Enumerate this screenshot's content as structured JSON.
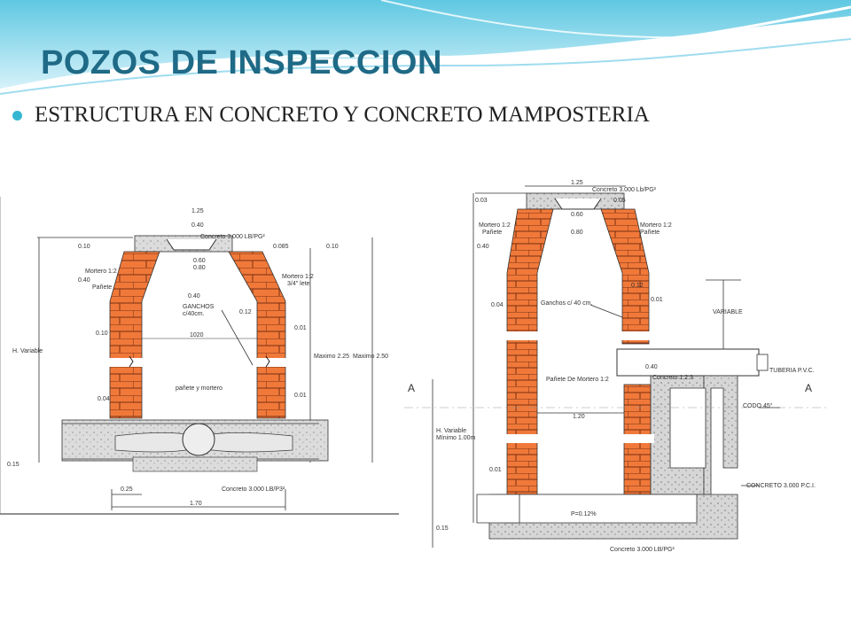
{
  "title": "POZOS DE INSPECCION",
  "bullet": "ESTRUCTURA EN CONCRETO Y CONCRETO MAMPOSTERIA",
  "colors": {
    "title": "#1f6a86",
    "bullet": "#35b6d1",
    "brick": "#f0793a",
    "concrete": "#cfcfcf"
  },
  "left_drawing": {
    "labels": {
      "top_width": "1.25",
      "top_inner": "0.40",
      "concrete_top": "Concreto 3.000 LB/PG²",
      "side_top_left": "0.10",
      "side_top_right": "0.10",
      "dim_085": "0.085",
      "dim_060": "0.60",
      "dim_080": "0.80",
      "mortar_left": "Mortero 1:2",
      "pane_left": "Pañete",
      "dim_040_left": "0.40",
      "mortar_right": "Mortero 1:2",
      "pane_right": "3/4\" lete",
      "dim_040_mid": "0.40",
      "ganchos": "GANCHOS",
      "ganchos_spacing": "c/40cm.",
      "dim_012": "0.12",
      "dim_001_a": "0.01",
      "dim_010": "0.10",
      "inner_width": "1020",
      "h_variable": "H. Variable",
      "max_225": "Maximo 2.25",
      "max_250": "Maximo 2.50",
      "panete_mortero": "pañete y mortero",
      "dim_001_b": "0.01",
      "dim_004": "0.04",
      "dim_015": "0.15",
      "dim_025": "0.25",
      "concrete_bottom": "Concreto 3.000 LB/P3²",
      "bottom_width": "1.70"
    }
  },
  "right_drawing": {
    "labels": {
      "top_width": "1.25",
      "concrete_top": "Concreto 3.000 Lb/PG²",
      "dim_003": "0.03",
      "dim_005": "0.05",
      "dim_060": "0.60",
      "dim_080": "0.80",
      "mortar_left": "Mortero 1:2",
      "pane_left": "Pañete",
      "mortar_right": "Mortero 1:2",
      "pane_right": "Pañete",
      "dim_040": "0.40",
      "dim_012": "0.12",
      "ganchos": "Ganchos c/ 40 cm.",
      "dim_004": "0.04",
      "dim_001": "0.01",
      "variable": "VARIABLE",
      "tuberia": "TUBERIA P.V.C.",
      "dim_040_b": "0.40",
      "concreto_123": "Concreto 1:2:3",
      "panete_mortero": "Pañete De Mortero 1:2",
      "codo": "CODO 45°",
      "section_a_left": "A",
      "section_a_right": "A",
      "dim_120": "1.20",
      "h_variable": "H. Variable",
      "minimo": "Mínimo 1.00m",
      "dim_001_b": "0.01",
      "concreto_3000_pci": "CONCRETO 3.000 P.C.I.",
      "slope": "P=0.12%",
      "dim_015": "0.15",
      "concrete_bottom": "Concreto 3.000 LB/PG²"
    }
  }
}
